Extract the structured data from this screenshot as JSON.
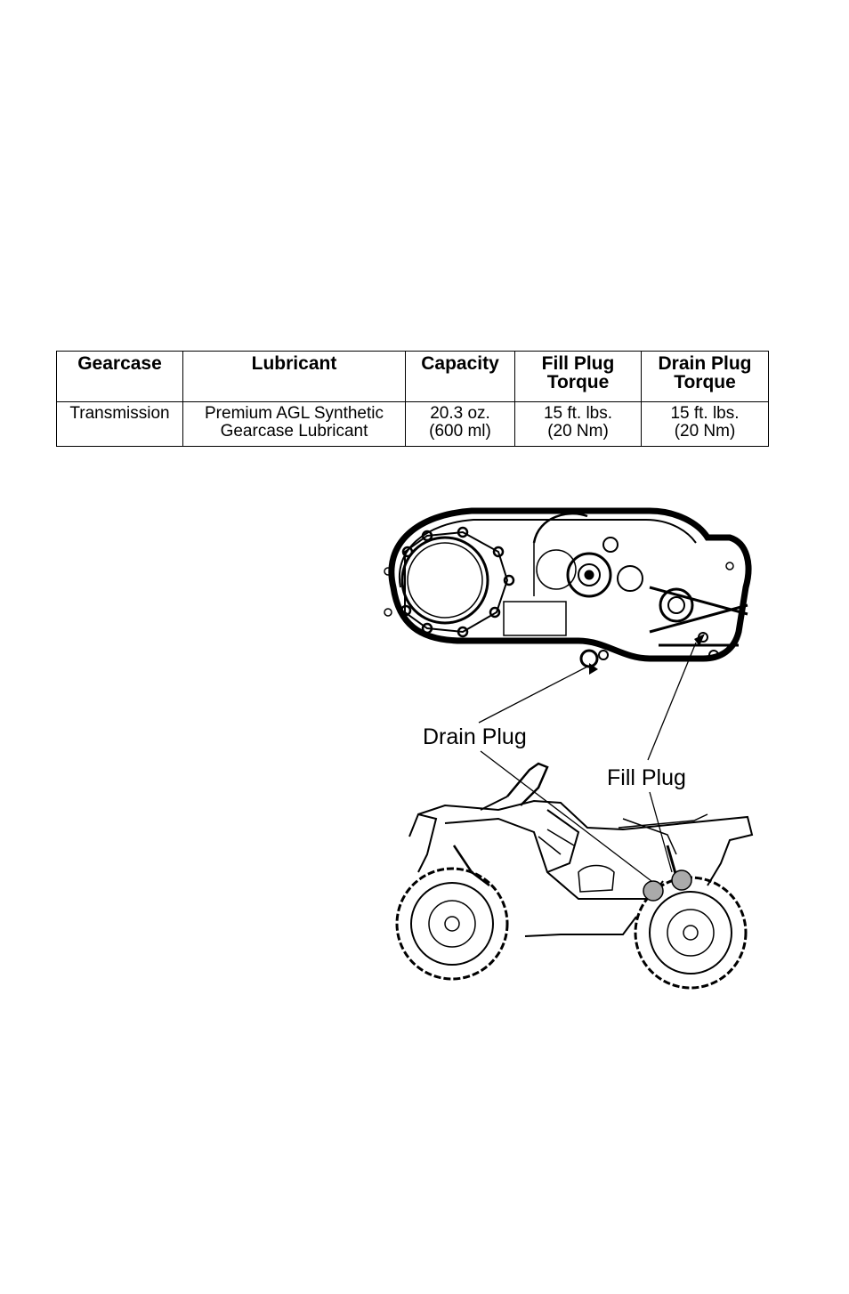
{
  "table": {
    "headers": [
      {
        "line1": "Gearcase",
        "line2": ""
      },
      {
        "line1": "Lubricant",
        "line2": ""
      },
      {
        "line1": "Capacity",
        "line2": ""
      },
      {
        "line1": "Fill Plug",
        "line2": "Torque"
      },
      {
        "line1": "Drain Plug",
        "line2": "Torque"
      }
    ],
    "rows": [
      {
        "cells": [
          {
            "line1": "Transmission",
            "line2": ""
          },
          {
            "line1": "Premium AGL Synthetic",
            "line2": "Gearcase Lubricant"
          },
          {
            "line1": "20.3 oz.",
            "line2": "(600 ml)"
          },
          {
            "line1": "15 ft. lbs.",
            "line2": "(20 Nm)"
          },
          {
            "line1": "15 ft. lbs.",
            "line2": "(20 Nm)"
          }
        ]
      }
    ]
  },
  "figure": {
    "labels": {
      "drain_plug": "Drain Plug",
      "fill_plug": "Fill Plug"
    }
  }
}
